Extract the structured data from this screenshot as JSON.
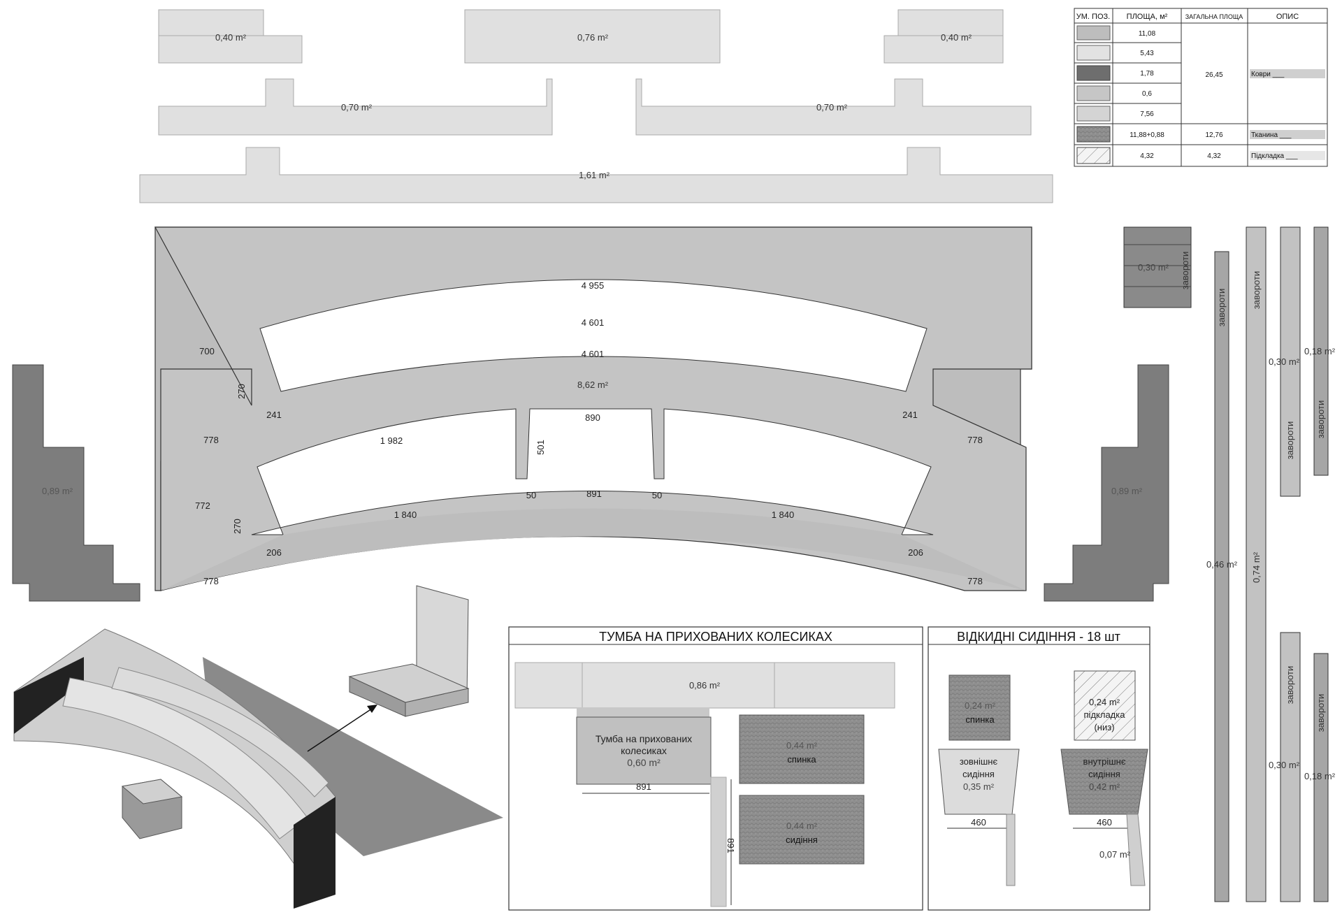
{
  "table": {
    "headers": [
      "УМ. ПОЗ.",
      "ПЛОЩА, м²",
      "ЗАГАЛЬНА ПЛОЩА",
      "ОПИС"
    ],
    "rows": [
      {
        "swatch": "#bdbdbd",
        "area": "11,08"
      },
      {
        "swatch": "#e2e2e2",
        "area": "5,43"
      },
      {
        "swatch": "#6e6e6e",
        "area": "1,78"
      },
      {
        "swatch": "#c6c6c6",
        "area": "0,6"
      },
      {
        "swatch": "#d4d4d4",
        "area": "7,56"
      },
      {
        "swatch": "#8c8c8c",
        "area": "11,88+0,88"
      },
      {
        "swatch": "#ffffff",
        "area": "4,32"
      }
    ],
    "total_carpets": "26,45",
    "total_fabric": "12,76",
    "total_lining": "4,32",
    "desc_carpets": "Коври ___",
    "desc_fabric": "Тканина ___",
    "desc_lining": "Підкладка ___"
  },
  "pieces": {
    "top_left": "0,40 m²",
    "top_center": "0,76 m²",
    "top_right": "0,40 m²",
    "mid_left": "0,70 m²",
    "mid_right": "0,70 m²",
    "long": "1,61 m²",
    "main_arc": "8,62 m²",
    "side_left": "0,89 m²",
    "side_right": "0,89 m²",
    "small_box": "0,30 m²",
    "strip1": "0,46 m²",
    "strip2": "0,74 m²",
    "strip3": "0,30 m²",
    "strip4": "0,18 m²",
    "strip5": "0,30 m²",
    "strip6": "0,18 m²"
  },
  "labels": {
    "zavoroty": "завороти"
  },
  "dims": {
    "d4955": "4 955",
    "d4601a": "4 601",
    "d4601b": "4 601",
    "d700": "700",
    "d270a": "270",
    "d241a": "241",
    "d241b": "241",
    "d778a": "778",
    "d778b": "778",
    "d1982": "1 982",
    "d501": "501",
    "d890": "890",
    "d772": "772",
    "d270b": "270",
    "d1840a": "1 840",
    "d1840b": "1 840",
    "d50a": "50",
    "d50b": "50",
    "d891": "891",
    "d206a": "206",
    "d206b": "206",
    "d778c": "778",
    "d778d": "778"
  },
  "tumba": {
    "title": "ТУМБА НА ПРИХОВАНИХ КОЛЕСИКАХ",
    "top_area": "0,86 m²",
    "body_line1": "Тумба на прихованих",
    "body_line2": "колесиках",
    "body_area": "0,60 m²",
    "back_area": "0,44 m²",
    "back_label": "спинка",
    "seat_area": "0,44 m²",
    "seat_label": "сидіння",
    "dim_w": "891",
    "dim_h": "891"
  },
  "seats": {
    "title": "ВІДКИДНІ СИДІННЯ - 18 шт",
    "back_area": "0,24 m²",
    "back_label": "спинка",
    "lining_area": "0,24 m²",
    "lining_line1": "підкладка",
    "lining_line2": "(низ)",
    "outer_line1": "зовнішнє",
    "outer_line2": "сидіння",
    "outer_area": "0,35 m²",
    "inner_line1": "внутрішнє",
    "inner_line2": "сидіння",
    "inner_area": "0,42 m²",
    "dim1": "460",
    "dim2": "460",
    "strap_area": "0,07 m²"
  }
}
